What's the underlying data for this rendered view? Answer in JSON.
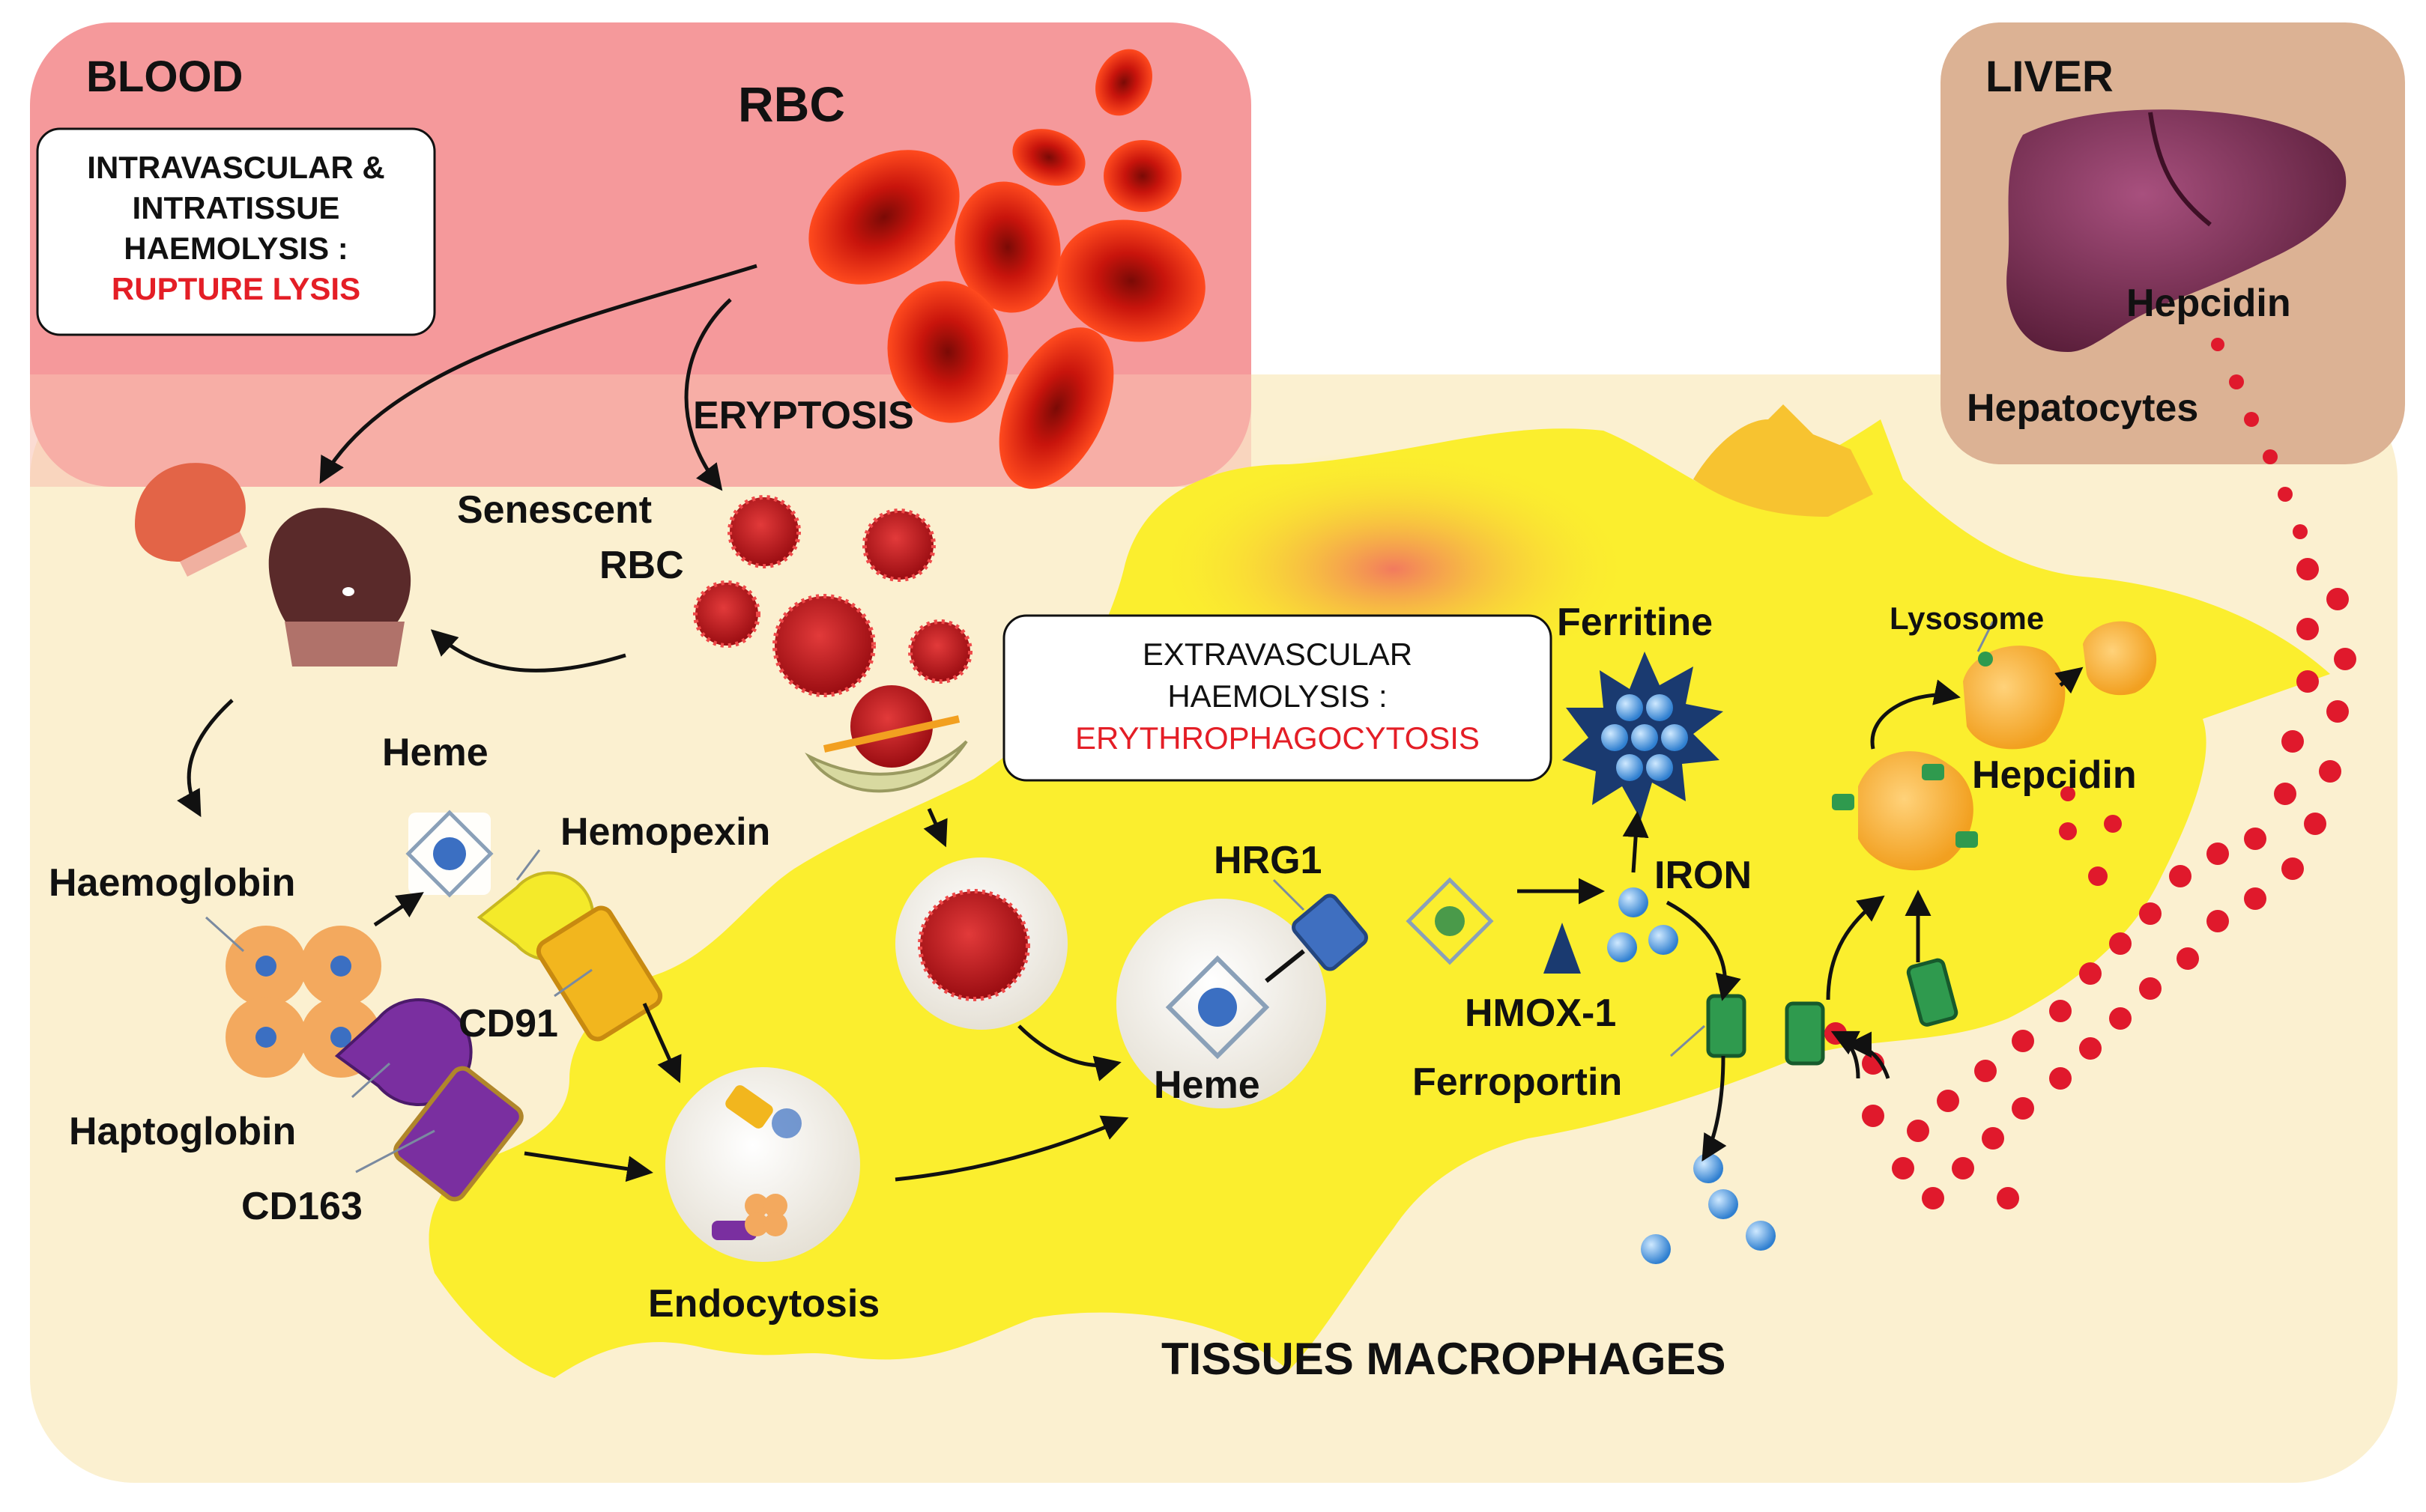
{
  "regions": {
    "blood": "BLOOD",
    "liver": "LIVER",
    "tissues": "TISSUES MACROPHAGES"
  },
  "boxes": {
    "intravascular": [
      "INTRAVASCULAR &",
      "INTRATISSUE",
      "HAEMOLYSIS :"
    ],
    "intravascular_highlight": "RUPTURE LYSIS",
    "extravascular": [
      "EXTRAVASCULAR",
      "HAEMOLYSIS :"
    ],
    "extravascular_highlight": "ERYTHROPHAGOCYTOSIS"
  },
  "labels": {
    "rbc": "RBC",
    "eryptosis": "ERYPTOSIS",
    "senescent": "Senescent",
    "senescent_rbc": "RBC",
    "heme_top": "Heme",
    "hemopexin": "Hemopexin",
    "haemoglobin": "Haemoglobin",
    "cd91": "CD91",
    "haptoglobin": "Haptoglobin",
    "cd163": "CD163",
    "endocytosis": "Endocytosis",
    "hrg1": "HRG1",
    "heme_vesicle": "Heme",
    "hmox1": "HMOX-1",
    "ferritine": "Ferritine",
    "iron": "IRON",
    "ferroportin": "Ferroportin",
    "lysosome": "Lysosome",
    "hepcidin_macrophage": "Hepcidin",
    "hepcidin_liver": "Hepcidin",
    "hepatocytes": "Hepatocytes"
  },
  "colors": {
    "blood_panel": "#f5999b",
    "liver_panel": "#dcb294",
    "tissue_panel": "#fbf0d0",
    "macrophage": "#fbee2e",
    "rbc_red": "#e8291e",
    "hepcidin_red": "#e0192c",
    "iron_blue": "#5aa7e6",
    "highlight_red": "#e41e26"
  }
}
